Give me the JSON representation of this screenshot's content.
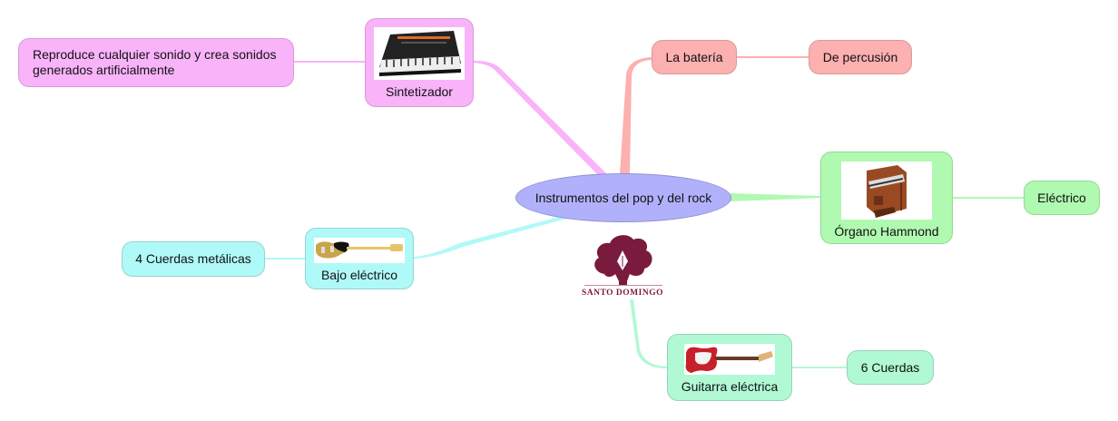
{
  "mindmap": {
    "central": {
      "label": "Instrumentos del pop y del rock",
      "color": "#b1b1fb"
    },
    "logo": {
      "text": "SANTO DOMINGO",
      "color": "#7a1a3c"
    },
    "branches": [
      {
        "id": "sintetizador",
        "label": "Sintetizador",
        "image": "synthesizer-image",
        "color": "#f9b3f9",
        "children": [
          {
            "label": "Reproduce cualquier sonido y crea sonidos generados artificialmente"
          }
        ]
      },
      {
        "id": "bateria",
        "label": "La batería",
        "color": "#fdb0b0",
        "children": [
          {
            "label": "De percusión"
          }
        ]
      },
      {
        "id": "organo",
        "label": "Órgano Hammond",
        "image": "organ-image",
        "color": "#b0f9b0",
        "children": [
          {
            "label": "Eléctrico"
          }
        ]
      },
      {
        "id": "bajo",
        "label": "Bajo eléctrico",
        "image": "bass-guitar-image",
        "color": "#b0f9f9",
        "children": [
          {
            "label": "4 Cuerdas metálicas"
          }
        ]
      },
      {
        "id": "guitarra",
        "label": "Guitarra eléctrica",
        "image": "electric-guitar-image",
        "color": "#b0f9d4",
        "children": [
          {
            "label": "6 Cuerdas"
          }
        ]
      }
    ]
  }
}
